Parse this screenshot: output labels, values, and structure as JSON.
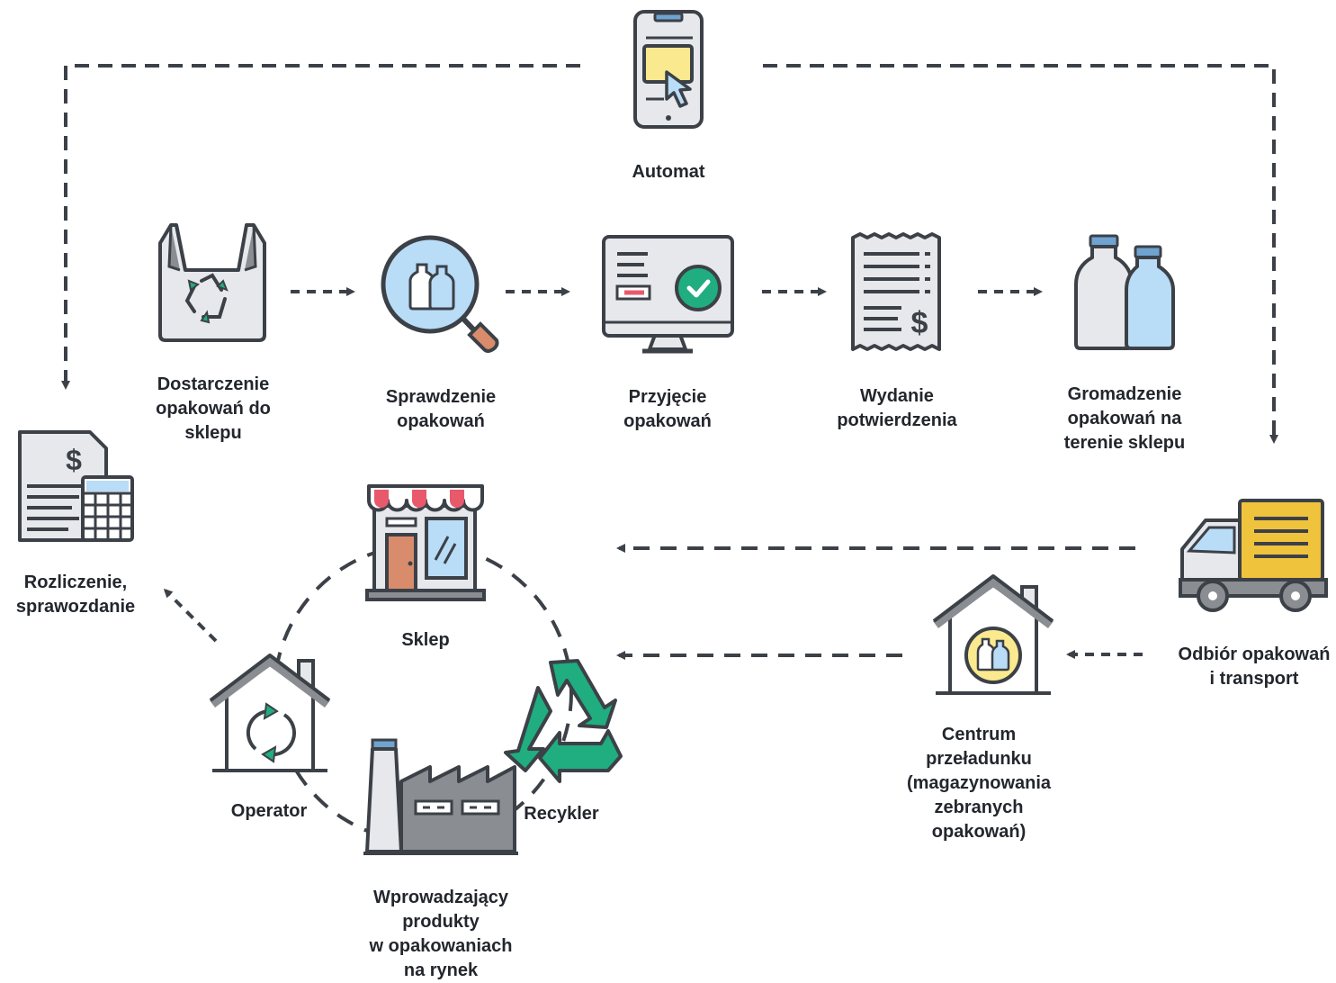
{
  "nodes": {
    "automat": {
      "lines": [
        "Automat"
      ],
      "icon": "phone-vending-icon"
    },
    "delivery": {
      "lines": [
        "Dostarczenie",
        "opakowań do",
        "sklepu"
      ],
      "icon": "recycle-bag-icon"
    },
    "inspection": {
      "lines": [
        "Sprawdzenie",
        "opakowań"
      ],
      "icon": "magnifier-bottles-icon"
    },
    "acceptance": {
      "lines": [
        "Przyjęcie",
        "opakowań"
      ],
      "icon": "monitor-check-icon"
    },
    "confirmation": {
      "lines": [
        "Wydanie",
        "potwierdzenia"
      ],
      "icon": "receipt-icon"
    },
    "storage": {
      "lines": [
        "Gromadzenie",
        "opakowań na",
        "terenie sklepu"
      ],
      "icon": "bottles-icon"
    },
    "settlement": {
      "lines": [
        "Rozliczenie,",
        "sprawozdanie"
      ],
      "icon": "invoice-calculator-icon"
    },
    "pickup": {
      "lines": [
        "Odbiór opakowań",
        "i transport"
      ],
      "icon": "truck-icon"
    },
    "hub": {
      "lines": [
        "Centrum",
        "przeładunku",
        "(magazynowania",
        "zebranych",
        "opakowań)"
      ],
      "icon": "warehouse-icon"
    },
    "shop": {
      "lines": [
        "Sklep"
      ],
      "icon": "shop-icon"
    },
    "operator": {
      "lines": [
        "Operator"
      ],
      "icon": "operator-house-icon"
    },
    "recycler": {
      "lines": [
        "Recykler"
      ],
      "icon": "recycle-arrows-icon"
    },
    "producer": {
      "lines": [
        "Wprowadzający",
        "produkty",
        "w opakowaniach",
        "na rynek"
      ],
      "icon": "factory-icon"
    }
  },
  "colors": {
    "outline": "#3c4148",
    "gray": "#8a8d91",
    "light_gray": "#e6e8eb",
    "blue": "#b9dcf7",
    "yellow": "#fbe98f",
    "orange": "#f0c33c",
    "green": "#20ad7f",
    "red": "#e8596c",
    "brown": "#d98c6c"
  }
}
